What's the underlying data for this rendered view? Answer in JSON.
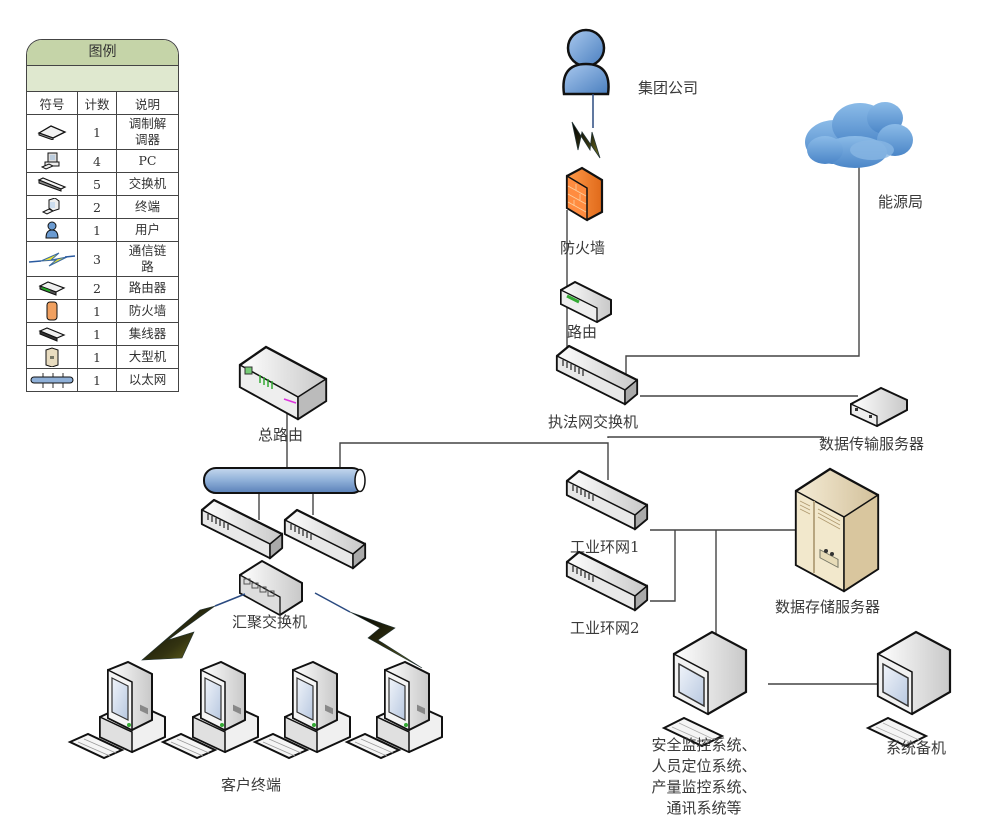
{
  "legend": {
    "title": "图例",
    "headers": [
      "符号",
      "计数",
      "说明"
    ],
    "rows": [
      {
        "icon": "modem-icon",
        "count": "1",
        "desc": "调制解调器"
      },
      {
        "icon": "pc-icon",
        "count": "4",
        "desc": "PC"
      },
      {
        "icon": "switch-icon",
        "count": "5",
        "desc": "交换机"
      },
      {
        "icon": "terminal-icon",
        "count": "2",
        "desc": "终端"
      },
      {
        "icon": "user-icon",
        "count": "1",
        "desc": "用户"
      },
      {
        "icon": "comm-link-icon",
        "count": "3",
        "desc": "通信链路"
      },
      {
        "icon": "router-icon",
        "count": "2",
        "desc": "路由器"
      },
      {
        "icon": "firewall-icon",
        "count": "1",
        "desc": "防火墙"
      },
      {
        "icon": "hub-icon",
        "count": "1",
        "desc": "集线器"
      },
      {
        "icon": "mainframe-icon",
        "count": "1",
        "desc": "大型机"
      },
      {
        "icon": "ethernet-icon",
        "count": "1",
        "desc": "以太网"
      }
    ]
  },
  "nodes": {
    "group_company": "集团公司",
    "firewall": "防火墙",
    "router": "路由",
    "energy_bureau": "能源局",
    "law_switch": "执法网交换机",
    "data_transfer_server": "数据传输服务器",
    "main_router": "总路由",
    "industrial_ring_1": "工业环网1",
    "industrial_ring_2": "工业环网2",
    "data_storage_server": "数据存储服务器",
    "aggregation_switch": "汇聚交换机",
    "client_terminals": "客户终端",
    "monitoring_systems": [
      "安全监控系统、",
      "人员定位系统、",
      "产量监控系统、",
      "通讯系统等"
    ],
    "backup_machine": "系统备机"
  },
  "colors": {
    "legend_header": "#c5d4a8",
    "legend_sub": "#dfe8cf",
    "user_blue": "#6b9bd1",
    "firewall_orange": "#f0883a",
    "cloud_blue": "#6fa3d8",
    "ethernet_blue": "#8fb0d8",
    "server_beige": "#e8dcc0",
    "line": "#444444"
  }
}
